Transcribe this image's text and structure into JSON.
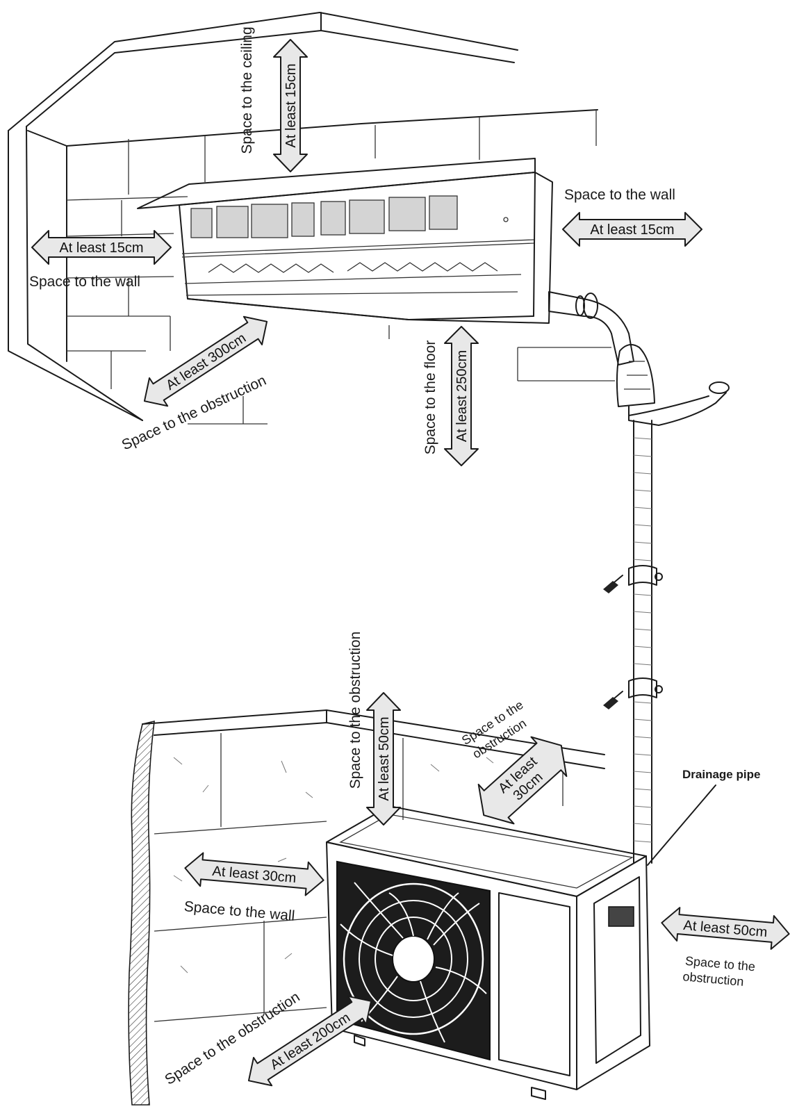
{
  "indoor": {
    "ceiling": {
      "space_label": "Space to the ceiling",
      "distance_label": "At least 15cm"
    },
    "left_wall": {
      "distance_label": "At least 15cm",
      "space_label": "Space to the wall"
    },
    "right_wall": {
      "space_label": "Space to the wall",
      "distance_label": "At least 15cm"
    },
    "front": {
      "distance_label": "At least 300cm",
      "space_label": "Space to the obstruction"
    },
    "floor": {
      "space_label": "Space to the floor",
      "distance_label": "At least 250cm"
    }
  },
  "outdoor": {
    "top": {
      "space_label": "Space to the obstruction",
      "distance_label": "At least 50cm"
    },
    "back": {
      "space_line1": "Space to the",
      "space_line2": "obstruction",
      "distance_line1": "At least",
      "distance_line2": "30cm"
    },
    "left": {
      "distance_label": "At least 30cm",
      "space_label": "Space to the wall"
    },
    "front": {
      "space_label": "Space to the obstruction",
      "distance_label": "At least 200cm"
    },
    "right": {
      "distance_label": "At least 50cm",
      "space_line1": "Space to the",
      "space_line2": "obstruction"
    },
    "drainage_label": "Drainage pipe"
  }
}
